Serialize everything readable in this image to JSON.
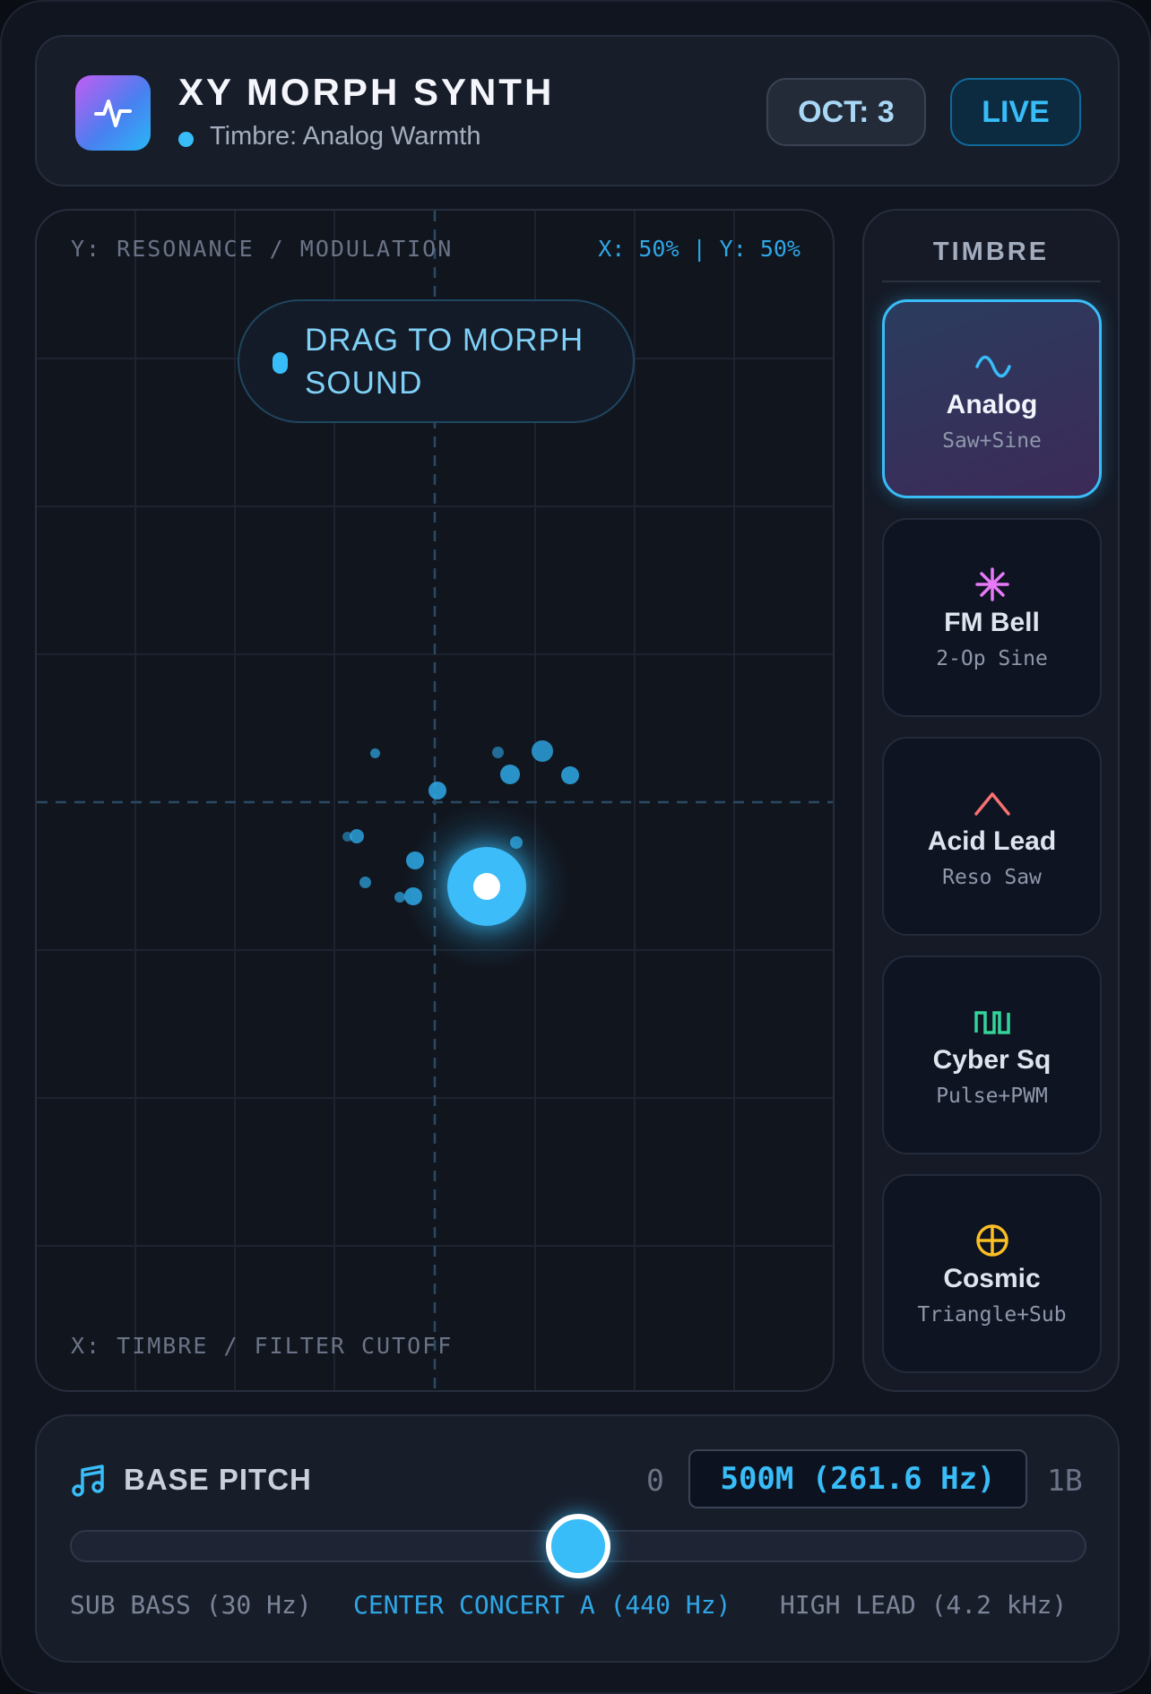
{
  "header": {
    "title": "XY MORPH SYNTH",
    "timbre_status": "Timbre: Analog Warmth",
    "octave_badge": "OCT: 3",
    "live_badge": "LIVE"
  },
  "xy_pad": {
    "y_axis_label": "Y: RESONANCE / MODULATION",
    "x_axis_label": "X: TIMBRE / FILTER CUTOFF",
    "readout": "X: 50% | Y: 50%",
    "x_percent": 50,
    "y_percent": 50,
    "drag_hint": "DRAG TO MORPH SOUND"
  },
  "timbre_panel": {
    "title": "TIMBRE",
    "items": [
      {
        "name": "Analog",
        "desc": "Saw+Sine",
        "icon": "sine-wave-icon",
        "color": "#38bdf8",
        "active": true
      },
      {
        "name": "FM Bell",
        "desc": "2-Op Sine",
        "icon": "asterisk-icon",
        "color": "#e879f9",
        "active": false
      },
      {
        "name": "Acid Lead",
        "desc": "Reso Saw",
        "icon": "caret-up-icon",
        "color": "#f87171",
        "active": false
      },
      {
        "name": "Cyber Sq",
        "desc": "Pulse+PWM",
        "icon": "square-wave-icon",
        "color": "#34d399",
        "active": false
      },
      {
        "name": "Cosmic",
        "desc": "Triangle+Sub",
        "icon": "crosshair-globe-icon",
        "color": "#fbbf24",
        "active": false
      }
    ]
  },
  "pitch": {
    "title": "BASE PITCH",
    "range_min": "0",
    "range_max": "1B",
    "value": "500M (261.6 Hz)",
    "slider_fraction": 0.5,
    "scale_low": "SUB BASS (30 Hz)",
    "scale_center": "CENTER CONCERT A (440 Hz)",
    "scale_high": "HIGH LEAD (4.2 kHz)"
  },
  "colors": {
    "accent": "#38bdf8",
    "background": "#111520",
    "panel": "#181d2a"
  }
}
